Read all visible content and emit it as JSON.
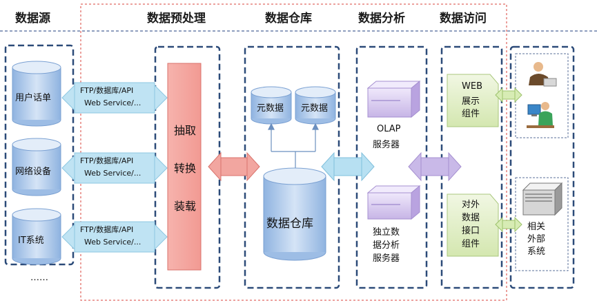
{
  "headers": {
    "source": "数据源",
    "preprocess": "数据预处理",
    "warehouse": "数据仓库",
    "analysis": "数据分析",
    "access": "数据访问"
  },
  "sources": [
    {
      "label": "用户话单",
      "line1": "FTP/数据库/API",
      "line2": "Web Service/..."
    },
    {
      "label": "网络设备",
      "line1": "FTP/数据库/API",
      "line2": "Web Service/..."
    },
    {
      "label": "IT系统",
      "line1": "FTP/数据库/API",
      "line2": "Web Service/..."
    }
  ],
  "sources_more": "……",
  "etl": [
    "抽取",
    "转换",
    "装载"
  ],
  "warehouse": {
    "metadata": [
      "元数据",
      "元数据"
    ],
    "main": "数据仓库"
  },
  "analysis": {
    "olap": [
      "OLAP",
      "服务器"
    ],
    "independent": [
      "独立数",
      "据分析",
      "服务器"
    ]
  },
  "access": {
    "web": [
      "WEB",
      "展示",
      "组件"
    ],
    "interface": [
      "对外",
      "数据",
      "接口",
      "组件"
    ]
  },
  "external": [
    "相关",
    "外部",
    "系统"
  ],
  "colors": {
    "section_border": "#2b4a78",
    "red_dashed": "#d9413a",
    "cylinder_top": "#dbe8f7",
    "cylinder_body": "#a9c7ea",
    "arrow_blue": "#b7e0f2",
    "arrow_pink": "#f2a6a0",
    "arrow_purple": "#c9b9e8",
    "etl_fill": "#f4a8a2",
    "access_fill": "#e2efc5",
    "server_fill": "#d7c9ee"
  }
}
